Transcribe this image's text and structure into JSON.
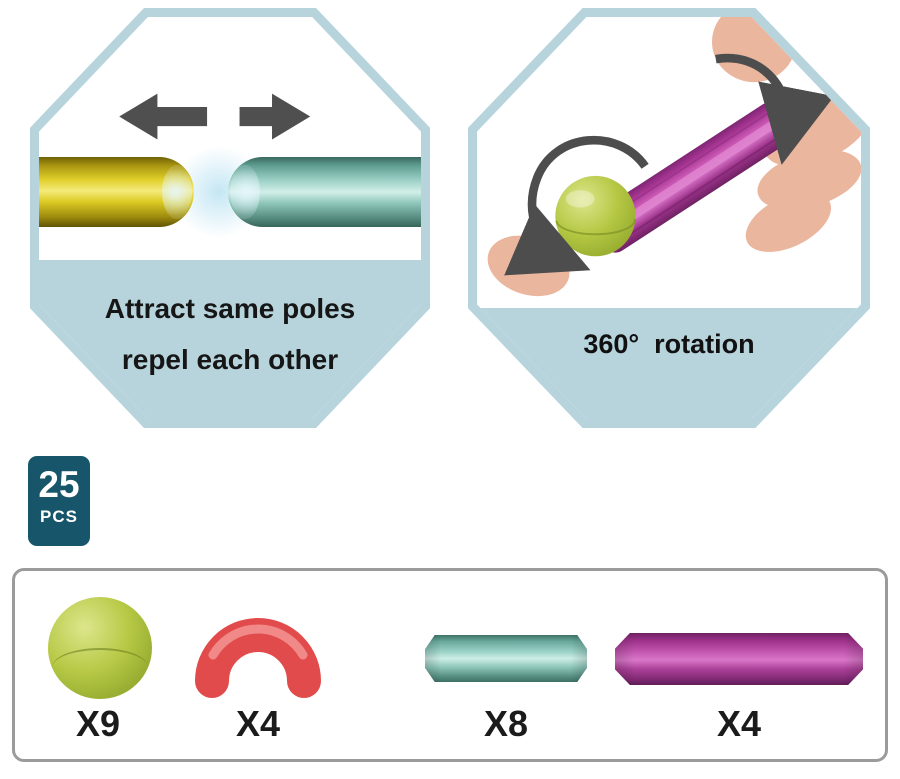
{
  "panel_attract": {
    "line1": "Attract same poles",
    "line2": "repel each other"
  },
  "panel_rotation": {
    "label": "360°  rotation"
  },
  "badge": {
    "count": "25",
    "unit": "PCS"
  },
  "parts": [
    {
      "name": "green-ball",
      "qty": "X9"
    },
    {
      "name": "red-curve",
      "qty": "X4"
    },
    {
      "name": "short-stick",
      "qty": "X8"
    },
    {
      "name": "long-stick",
      "qty": "X4"
    }
  ],
  "icons": {
    "repel": [
      "left-arrow",
      "right-arrow"
    ],
    "rotation": [
      "curved-arrow-ball",
      "curved-arrow-stick"
    ]
  },
  "colors": {
    "panel_blue": "#b7d4dd",
    "arrow_gray": "#4f4f4f",
    "badge_teal": "#17566a",
    "box_border": "#9b9b9b",
    "yellow_stick": "#e0cf2a",
    "teal_stick": "#8ec6ba",
    "magenta_stick": "#b0399e",
    "green_ball": "#aec23b",
    "red_curve": "#e24b4b"
  }
}
